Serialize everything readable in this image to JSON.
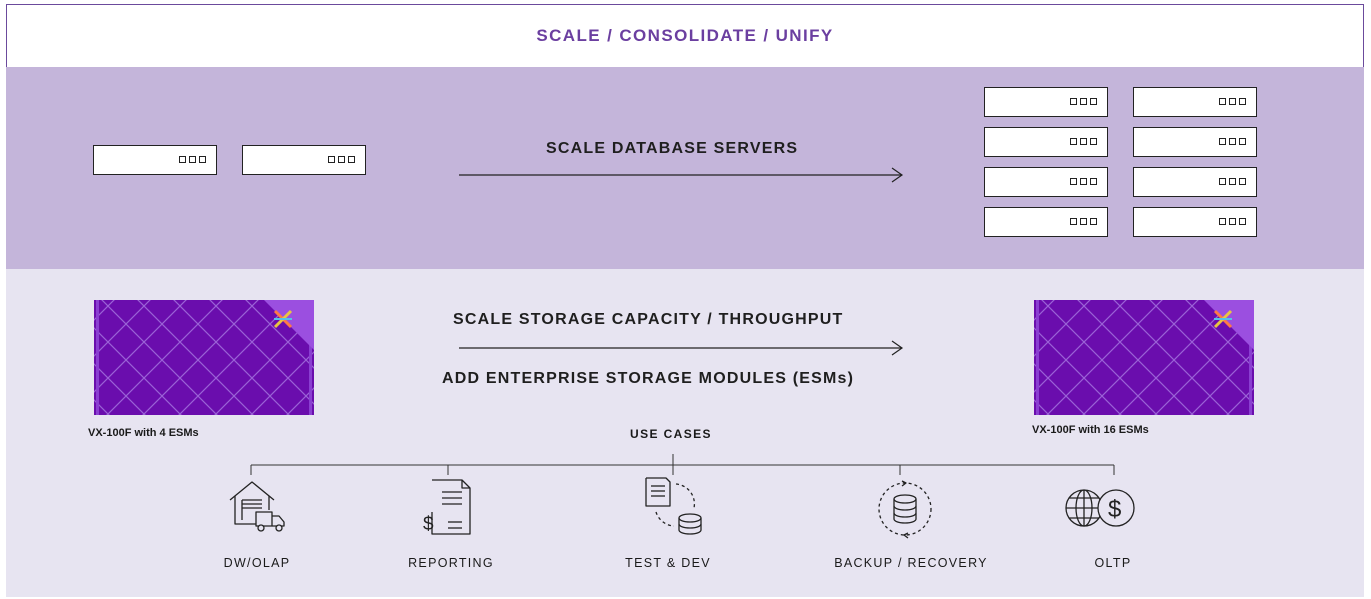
{
  "header": {
    "title": "SCALE / CONSOLIDATE / UNIFY"
  },
  "servers": {
    "label": "SCALE DATABASE SERVERS"
  },
  "storage": {
    "label_top": "SCALE STORAGE CAPACITY / THROUGHPUT",
    "label_bottom": "ADD ENTERPRISE STORAGE MODULES (ESMs)",
    "left_caption": "VX-100F with 4 ESMs",
    "right_caption": "VX-100F with 16 ESMs"
  },
  "use_cases": {
    "title": "USE CASES",
    "items": [
      {
        "label": "DW/OLAP",
        "icon": "warehouse-truck-icon"
      },
      {
        "label": "REPORTING",
        "icon": "dollar-document-icon"
      },
      {
        "label": "TEST & DEV",
        "icon": "document-database-cycle-icon"
      },
      {
        "label": "BACKUP / RECOVERY",
        "icon": "database-cycle-icon"
      },
      {
        "label": "OLTP",
        "icon": "globe-dollar-icon"
      }
    ]
  },
  "colors": {
    "accent": "#6b3fa0",
    "band_top": "#c4b5da",
    "band_bottom": "#e7e4f1",
    "array_purple": "#6a0dad"
  }
}
